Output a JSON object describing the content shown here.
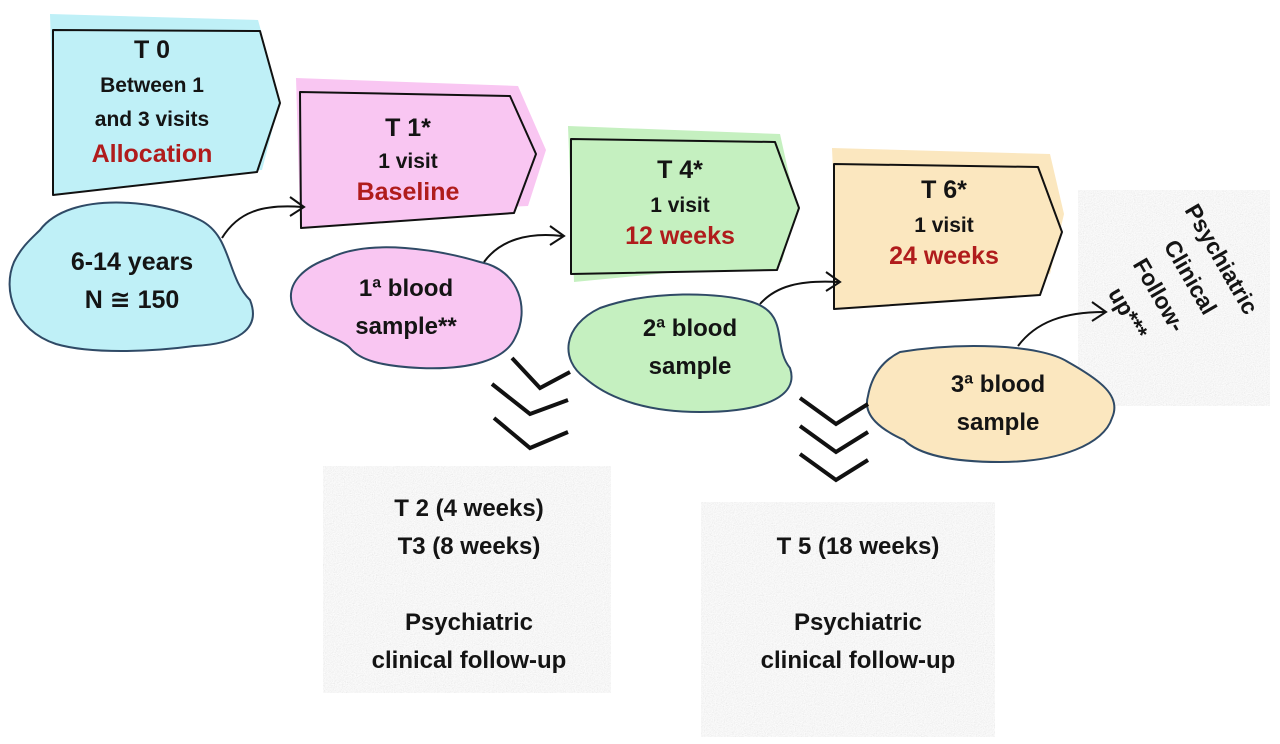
{
  "colors": {
    "t0_fill": "#bff0f7",
    "t1_fill": "#f9c6f2",
    "t4_fill": "#c5f0c0",
    "t6_fill": "#fbe7bf",
    "accent_text": "#b01c1c",
    "text": "#141414",
    "outline": "#111111",
    "blob_outline": "#2f4a66",
    "stone": "#e4e4e4"
  },
  "stages": {
    "t0": {
      "title": "T 0",
      "line1": "Between 1",
      "line2": "and 3 visits",
      "highlight": "Allocation"
    },
    "t1": {
      "title": "T 1*",
      "line1": "1 visit",
      "highlight": "Baseline"
    },
    "t4": {
      "title": "T 4*",
      "line1": "1 visit",
      "highlight": "12 weeks"
    },
    "t6": {
      "title": "T 6*",
      "line1": "1 visit",
      "highlight": "24 weeks"
    }
  },
  "blobs": {
    "population": {
      "line1": "6-14 years",
      "line2": "N ≅ 150"
    },
    "blood1": {
      "line1": "1ª blood",
      "line2": "sample**"
    },
    "blood2": {
      "line1": "2ª blood",
      "line2": "sample"
    },
    "blood3": {
      "line1": "3ª blood",
      "line2": "sample"
    }
  },
  "followups": {
    "t2_t3": {
      "line1": "T 2 (4 weeks)",
      "line2": "T3 (8 weeks)",
      "line3": "Psychiatric",
      "line4": "clinical follow-up"
    },
    "t5": {
      "line1": "T 5 (18 weeks)",
      "line2": "Psychiatric",
      "line3": "clinical follow-up"
    },
    "final": {
      "line1": "Psychiatric",
      "line2": "Clinical",
      "line3": "Follow-",
      "line4": "up***"
    }
  }
}
